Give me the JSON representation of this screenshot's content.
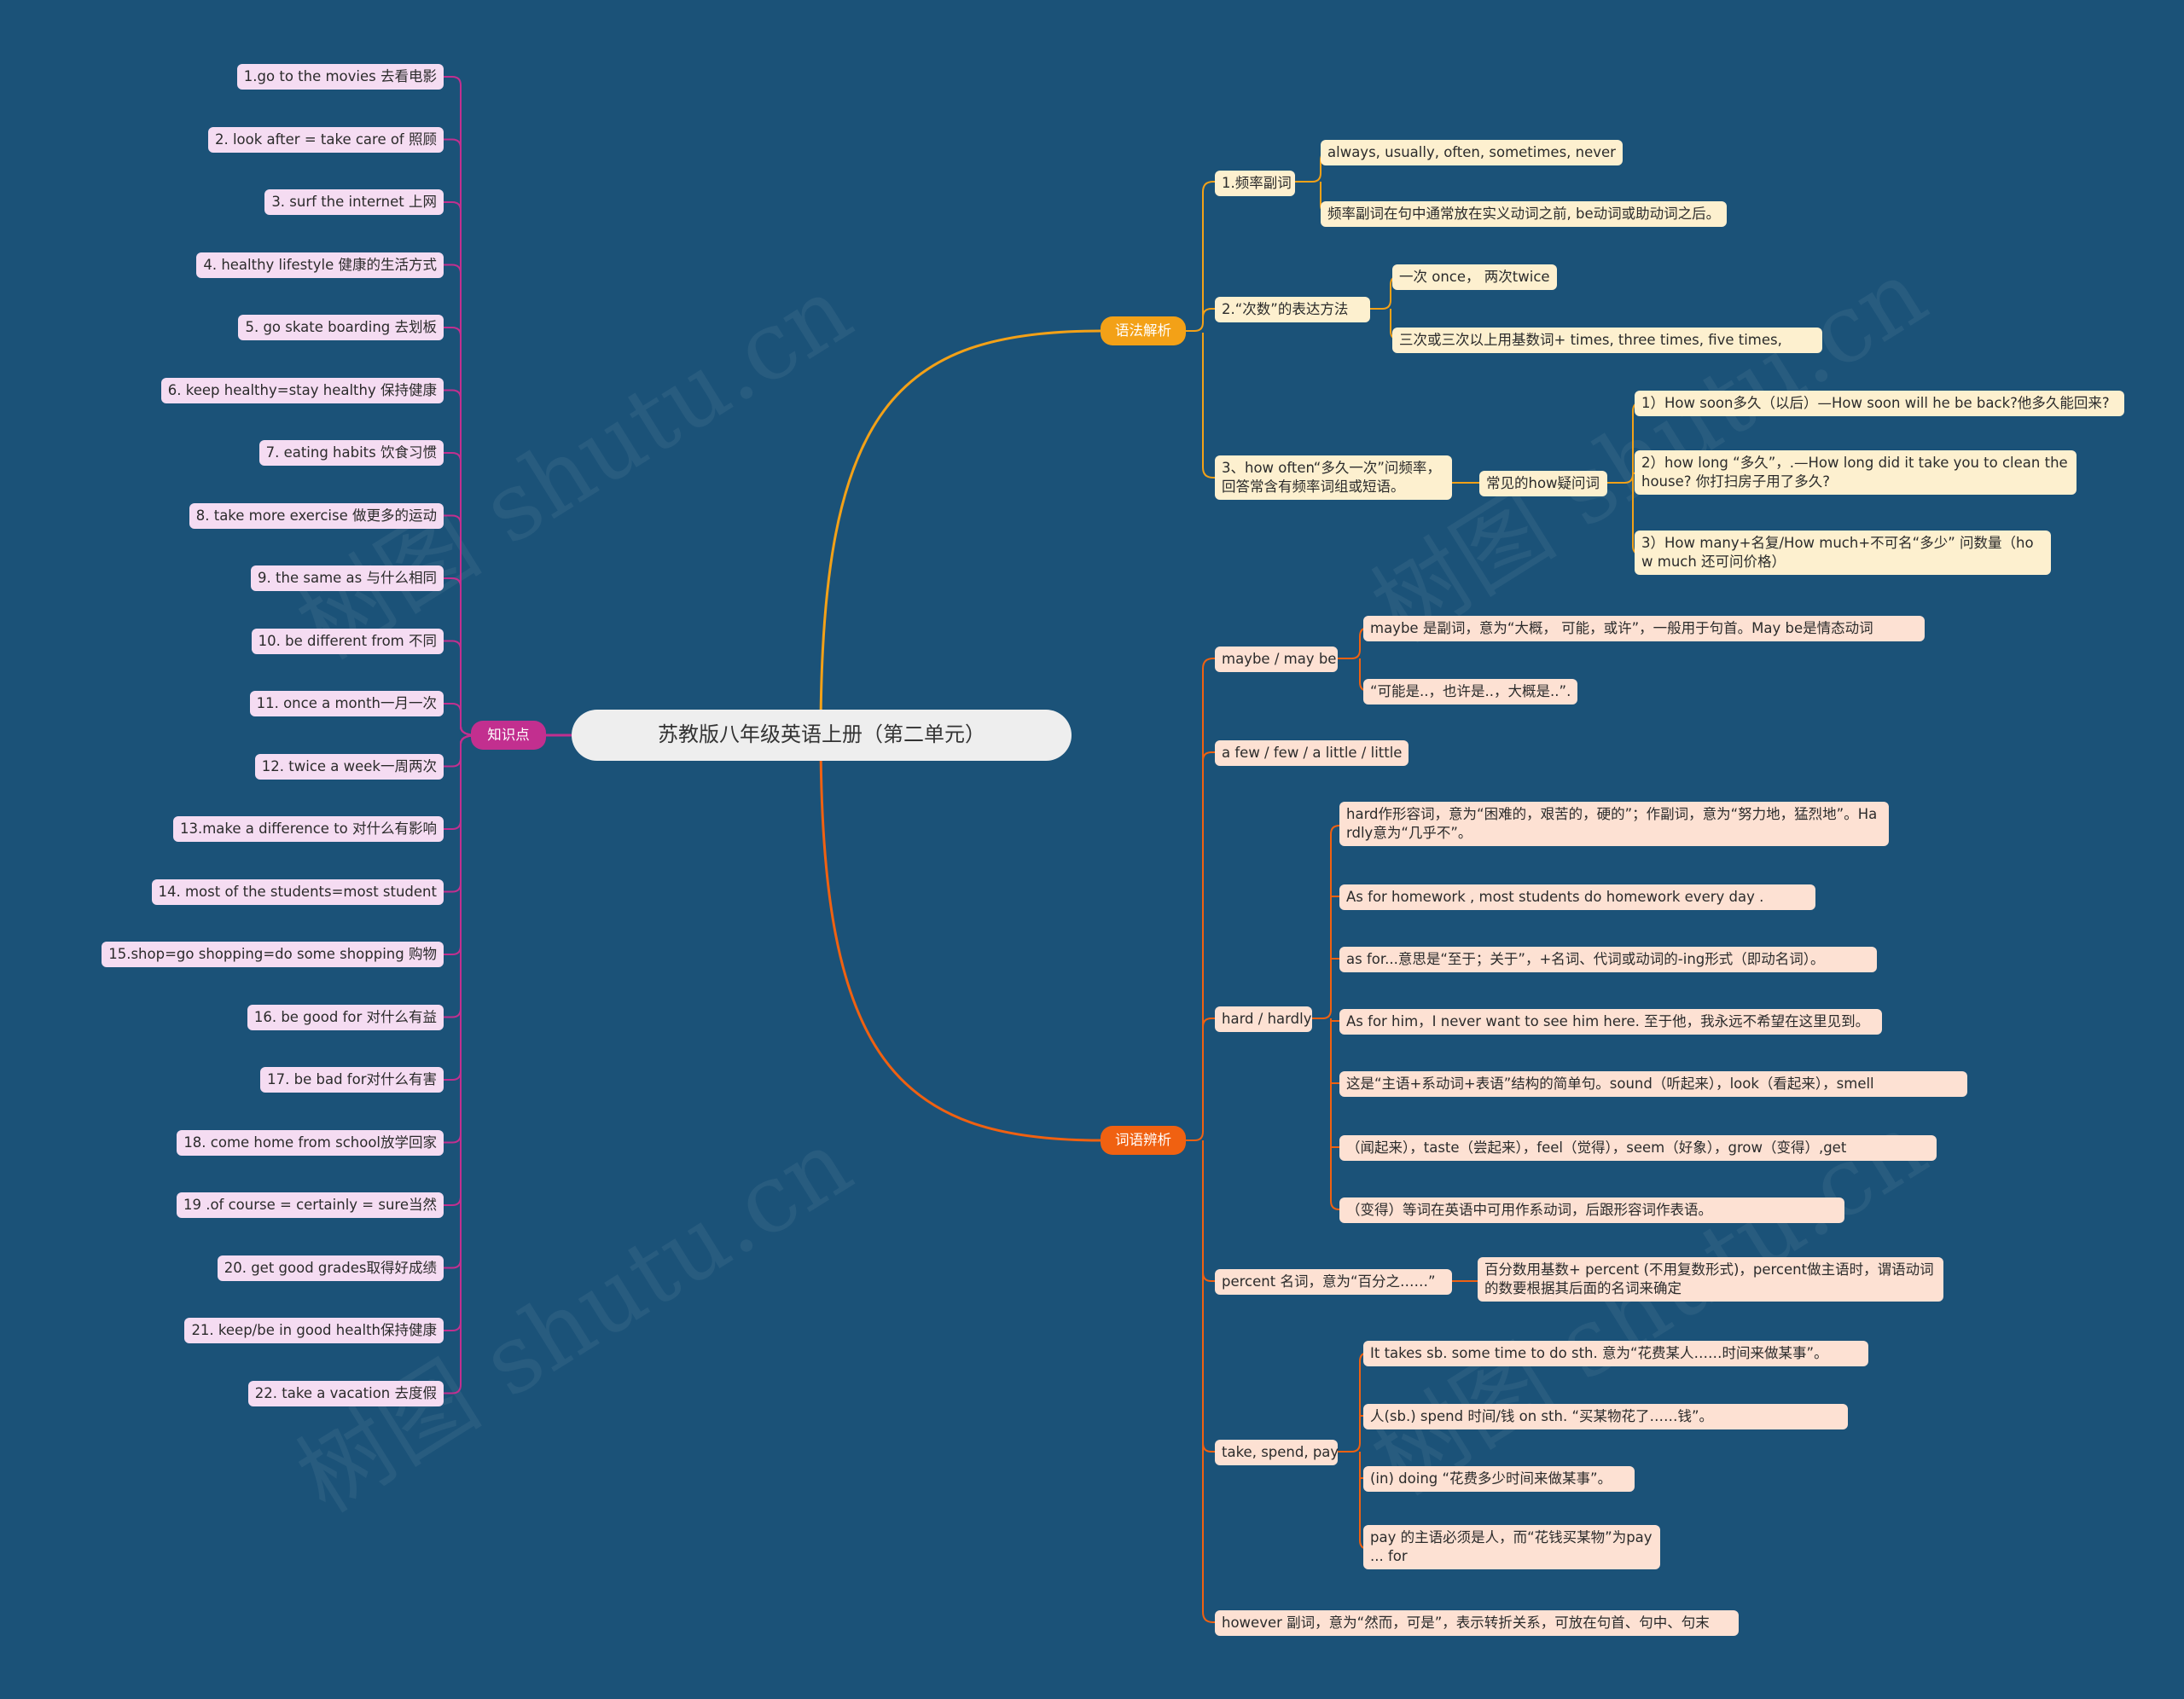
{
  "root": "苏教版八年级英语上册（第二单元）",
  "knowledge": {
    "label": "知识点",
    "color": "#c22f8f",
    "items": [
      "1.go to the movies 去看电影",
      "2. look after = take care of 照顾",
      "3. surf the internet 上网",
      "4. healthy lifestyle 健康的生活方式",
      "5. go skate boarding 去划板",
      "6. keep healthy=stay healthy 保持健康",
      "7. eating habits 饮食习惯",
      "8. take more exercise 做更多的运动",
      "9. the same as 与什么相同",
      "10. be different from 不同",
      "11. once a month一月一次",
      "12. twice a week一周两次",
      "13.make a difference to 对什么有影响",
      "14. most of the students=most student",
      "15.shop=go shopping=do some shopping 购物",
      "16. be good for 对什么有益",
      "17. be bad for对什么有害",
      "18. come home from school放学回家",
      "19 .of course = certainly = sure当然",
      "20. get good grades取得好成绩",
      "21. keep/be in good health保持健康",
      "22. take a vacation 去度假"
    ]
  },
  "grammar": {
    "label": "语法解析",
    "color": "#f3a117",
    "freq": {
      "label": "1.频率副词",
      "children": [
        "always, usually, often, sometimes, never",
        "频率副词在句中通常放在实义动词之前, be动词或助动词之后。"
      ]
    },
    "times": {
      "label": "2.“次数”的表达方法",
      "children": [
        "一次 once， 两次twice",
        "三次或三次以上用基数词+ times, three times, five times,"
      ]
    },
    "how_often": {
      "label": "3、how often“多久一次”问频率，回答常含有频率词组或短语。",
      "sub_label": "常见的how疑问词",
      "children": [
        "1）How soon多久（以后）—How soon will he be back?他多久能回来?",
        "2）how long “多久”，.—How long did it take you to clean the house? 你打扫房子用了多久?",
        "3）How many+名复/How much+不可名“多少” 问数量（how much 还可问价格）"
      ]
    }
  },
  "words": {
    "label": "词语辨析",
    "color": "#f06111",
    "maybe": {
      "label": "maybe / may be",
      "children": [
        "maybe 是副词，意为“大概， 可能，或许”，一般用于句首。May be是情态动词",
        "“可能是..，也许是..，大概是..”."
      ]
    },
    "few": "a few / few / a little / little",
    "hard": {
      "label": "hard / hardly",
      "children": [
        "hard作形容词，意为“困难的，艰苦的，硬的”；作副词，意为“努力地，猛烈地”。Hardly意为“几乎不”。",
        "As for homework , most students do homework every day .",
        "as for...意思是“至于；关于”，+名词、代词或动词的-ing形式（即动名词）。",
        "As for him，I never want to see him here. 至于他，我永远不希望在这里见到。",
        "这是“主语+系动词+表语”结构的简单句。sound（听起来），look（看起来），smell",
        "（闻起来），taste（尝起来），feel（觉得），seem（好象），grow（变得）,get",
        "（变得）等词在英语中可用作系动词，后跟形容词作表语。"
      ]
    },
    "percent": {
      "label": "percent  名词，意为“百分之……”",
      "child": "百分数用基数+ percent (不用复数形式)，percent做主语时，谓语动词的数要根据其后面的名词来确定"
    },
    "take": {
      "label": "take, spend, pay",
      "children": [
        "It takes sb. some time to do sth. 意为“花费某人……时间来做某事”。",
        "人(sb.) spend 时间/钱  on sth.     “买某物花了……钱”。",
        "(in) doing  “花费多少时间来做某事”。",
        "pay 的主语必须是人，而“花钱买某物”为pay ... for"
      ]
    },
    "however": "however 副词，意为“然而，可是”，表示转折关系，可放在句首、句中、句末"
  },
  "watermark": "树图 shutu.cn"
}
